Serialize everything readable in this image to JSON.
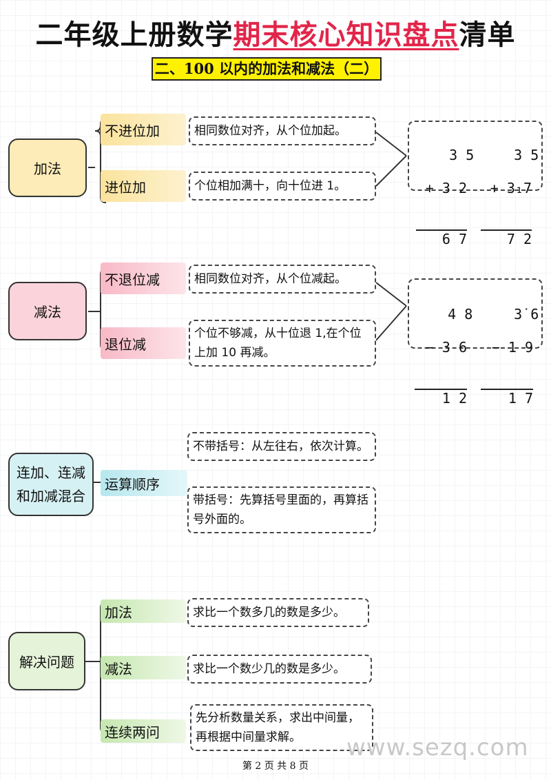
{
  "title": {
    "prefix": "二年级上册数学",
    "highlight": "期末核心知识盘点",
    "suffix": "清单"
  },
  "subtitle": "二、100 以内的加法和减法（二）",
  "sections": {
    "add": {
      "root": "加法",
      "b1": "不进位加",
      "b1_note": "相同数位对齐，从个位加起。",
      "b2": "进位加",
      "b2_note": "个位相加满十，向十位进 1。",
      "ex1": {
        "top": "3 5",
        "mid": "+ 3 2",
        "res": "6 7"
      },
      "ex2": {
        "top": "3 5",
        "mid": "+ 3₁7",
        "res": "7 2"
      }
    },
    "sub": {
      "root": "减法",
      "b1": "不退位减",
      "b1_note": "相同数位对齐，从个位减起。",
      "b2": "退位减",
      "b2_note": "个位不够减，从十位退 1,在个位上加 10 再减。",
      "ex1": {
        "top": "4 8",
        "mid": "− 3 6",
        "res": "1 2"
      },
      "ex2": {
        "top": "3̇ 6",
        "mid": "− 1 9",
        "res": "1 7"
      }
    },
    "mixed": {
      "root_l1": "连加、连减",
      "root_l2": "和加减混合",
      "b1": "运算顺序",
      "n1": "不带括号：从左往右，依次计算。",
      "n2": "带括号：先算括号里面的，再算括号外面的。"
    },
    "solve": {
      "root": "解决问题",
      "b1": "加法",
      "b1_note": "求比一个数多几的数是多少。",
      "b2": "减法",
      "b2_note": "求比一个数少几的数是多少。",
      "b3": "连续两问",
      "b3_note": "先分析数量关系，求出中间量，再根据中间量求解。"
    }
  },
  "footer": "第 2 页 共 8 页",
  "watermark": "www.sezq.com",
  "colors": {
    "add": "#fdebb8",
    "sub": "#fbd3da",
    "mixed": "#d6f1f4",
    "solve": "#e5f3d9",
    "accent": "#e2254a",
    "subtitle_bg": "#fff200"
  }
}
